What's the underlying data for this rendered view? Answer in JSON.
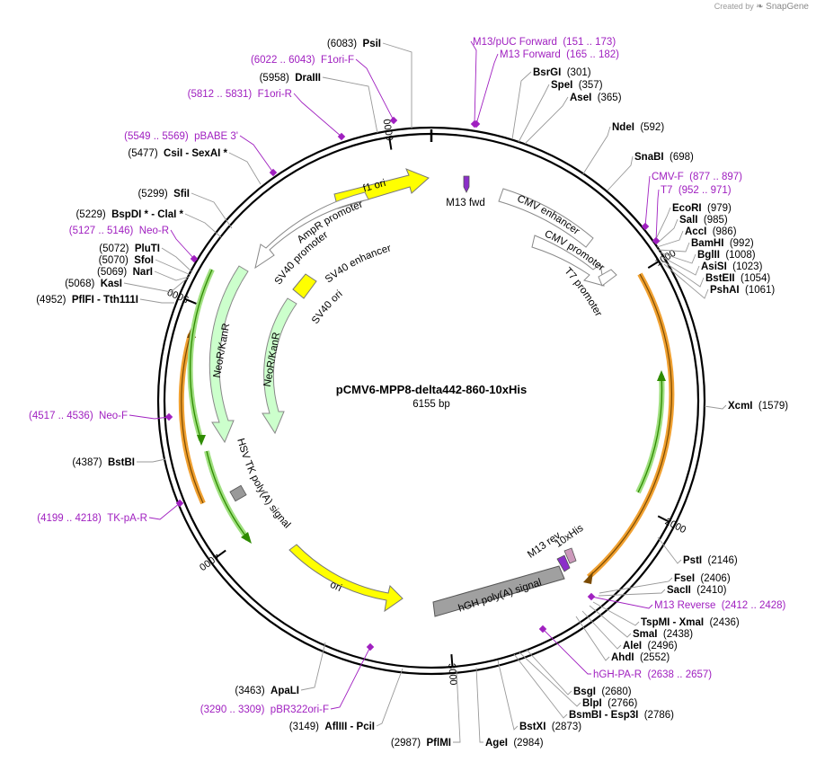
{
  "credit": {
    "prefix": "Created by",
    "brand": "SnapGene"
  },
  "plasmid": {
    "name": "pCMV6-MPP8-delta442-860-10xHis",
    "length_label": "6155 bp",
    "total_bp": 6155
  },
  "ticks": [
    {
      "label": "1000",
      "bp": 1000
    },
    {
      "label": "2000",
      "bp": 2000
    },
    {
      "label": "3000",
      "bp": 3000
    },
    {
      "label": "4000",
      "bp": 4000
    },
    {
      "label": "5000",
      "bp": 5000
    },
    {
      "label": "6000",
      "bp": 6000
    }
  ],
  "enzymes": [
    {
      "name": "PsiI",
      "pos": "(6083)",
      "side": "L"
    },
    {
      "name": "DraIII",
      "pos": "(5958)",
      "side": "L"
    },
    {
      "name": "CsiI - SexAI *",
      "pos": "(5477)",
      "side": "L"
    },
    {
      "name": "SfiI",
      "pos": "(5299)",
      "side": "L"
    },
    {
      "name": "BspDI * - ClaI *",
      "pos": "(5229)",
      "side": "L"
    },
    {
      "name": "PluTI",
      "pos": "(5072)",
      "side": "L"
    },
    {
      "name": "SfoI",
      "pos": "(5070)",
      "side": "L"
    },
    {
      "name": "NarI",
      "pos": "(5069)",
      "side": "L"
    },
    {
      "name": "KasI",
      "pos": "(5068)",
      "side": "L"
    },
    {
      "name": "PflFI - Tth111I",
      "pos": "(4952)",
      "side": "L"
    },
    {
      "name": "BstBI",
      "pos": "(4387)",
      "side": "L"
    },
    {
      "name": "ApaLI",
      "pos": "(3463)",
      "side": "L"
    },
    {
      "name": "AflIII - PciI",
      "pos": "(3149)",
      "side": "L"
    },
    {
      "name": "PflMI",
      "pos": "(2987)",
      "side": "L"
    },
    {
      "name": "BsrGI",
      "pos": "(301)",
      "side": "R"
    },
    {
      "name": "SpeI",
      "pos": "(357)",
      "side": "R"
    },
    {
      "name": "AseI",
      "pos": "(365)",
      "side": "R"
    },
    {
      "name": "NdeI",
      "pos": "(592)",
      "side": "R"
    },
    {
      "name": "SnaBI",
      "pos": "(698)",
      "side": "R"
    },
    {
      "name": "EcoRI",
      "pos": "(979)",
      "side": "R"
    },
    {
      "name": "SalI",
      "pos": "(985)",
      "side": "R"
    },
    {
      "name": "AccI",
      "pos": "(986)",
      "side": "R"
    },
    {
      "name": "BamHI",
      "pos": "(992)",
      "side": "R"
    },
    {
      "name": "BglII",
      "pos": "(1008)",
      "side": "R"
    },
    {
      "name": "AsiSI",
      "pos": "(1023)",
      "side": "R"
    },
    {
      "name": "BstEII",
      "pos": "(1054)",
      "side": "R"
    },
    {
      "name": "PshAI",
      "pos": "(1061)",
      "side": "R"
    },
    {
      "name": "XcmI",
      "pos": "(1579)",
      "side": "R"
    },
    {
      "name": "PstI",
      "pos": "(2146)",
      "side": "R"
    },
    {
      "name": "FseI",
      "pos": "(2406)",
      "side": "R"
    },
    {
      "name": "SacII",
      "pos": "(2410)",
      "side": "R"
    },
    {
      "name": "TspMI - XmaI",
      "pos": "(2436)",
      "side": "R"
    },
    {
      "name": "SmaI",
      "pos": "(2438)",
      "side": "R"
    },
    {
      "name": "AleI",
      "pos": "(2496)",
      "side": "R"
    },
    {
      "name": "AhdI",
      "pos": "(2552)",
      "side": "R"
    },
    {
      "name": "BsgI",
      "pos": "(2680)",
      "side": "R"
    },
    {
      "name": "BlpI",
      "pos": "(2766)",
      "side": "R"
    },
    {
      "name": "BsmBI - Esp3I",
      "pos": "(2786)",
      "side": "R"
    },
    {
      "name": "BstXI",
      "pos": "(2873)",
      "side": "R"
    },
    {
      "name": "AgeI",
      "pos": "(2984)",
      "side": "R"
    }
  ],
  "primers": [
    {
      "name": "F1ori-F",
      "range": "(6022 .. 6043)",
      "side": "L"
    },
    {
      "name": "F1ori-R",
      "range": "(5812 .. 5831)",
      "side": "L"
    },
    {
      "name": "pBABE 3'",
      "range": "(5549 .. 5569)",
      "side": "L"
    },
    {
      "name": "Neo-R",
      "range": "(5127 .. 5146)",
      "side": "L"
    },
    {
      "name": "Neo-F",
      "range": "(4517 .. 4536)",
      "side": "L"
    },
    {
      "name": "TK-pA-R",
      "range": "(4199 .. 4218)",
      "side": "L"
    },
    {
      "name": "pBR322ori-F",
      "range": "(3290 .. 3309)",
      "side": "L"
    },
    {
      "name": "M13/pUC Forward",
      "range": "(151 .. 173)",
      "side": "R"
    },
    {
      "name": "M13 Forward",
      "range": "(165 .. 182)",
      "side": "R"
    },
    {
      "name": "CMV-F",
      "range": "(877 .. 897)",
      "side": "R"
    },
    {
      "name": "T7",
      "range": "(952 .. 971)",
      "side": "R"
    },
    {
      "name": "M13 Reverse",
      "range": "(2412 .. 2428)",
      "side": "R"
    },
    {
      "name": "hGH-PA-R",
      "range": "(2638 .. 2657)",
      "side": "R"
    }
  ],
  "features": [
    {
      "name": "f1 ori",
      "color": "#ffff00"
    },
    {
      "name": "M13 fwd",
      "color": "#8b2fc9"
    },
    {
      "name": "CMV enhancer",
      "color": "#ffffff"
    },
    {
      "name": "CMV promoter",
      "color": "#ffffff"
    },
    {
      "name": "T7 promoter",
      "color": "#ffffff"
    },
    {
      "name": "AmpR promoter",
      "color": "#ffffff"
    },
    {
      "name": "SV40 promoter",
      "color": "#ffffff"
    },
    {
      "name": "SV40 enhancer",
      "color": "#ffff00"
    },
    {
      "name": "SV40 ori",
      "color": "#ffff00"
    },
    {
      "name": "NeoR/KanR",
      "color": "#ccffcc"
    },
    {
      "name": "NeoR/KanR",
      "color": "#ccffcc"
    },
    {
      "name": "HSV TK poly(A) signal",
      "color": "#999999"
    },
    {
      "name": "ori",
      "color": "#ffff00"
    },
    {
      "name": "hGH poly(A) signal",
      "color": "#a0a0a0"
    },
    {
      "name": "M13 rev",
      "color": "#8b2fc9"
    },
    {
      "name": "10xHis",
      "color": "#cc99bb"
    }
  ],
  "colors": {
    "primer": "#a020c0",
    "orf_orange": "#f0a030",
    "orf_green": "#2e8b00",
    "backbone": "#000000"
  }
}
